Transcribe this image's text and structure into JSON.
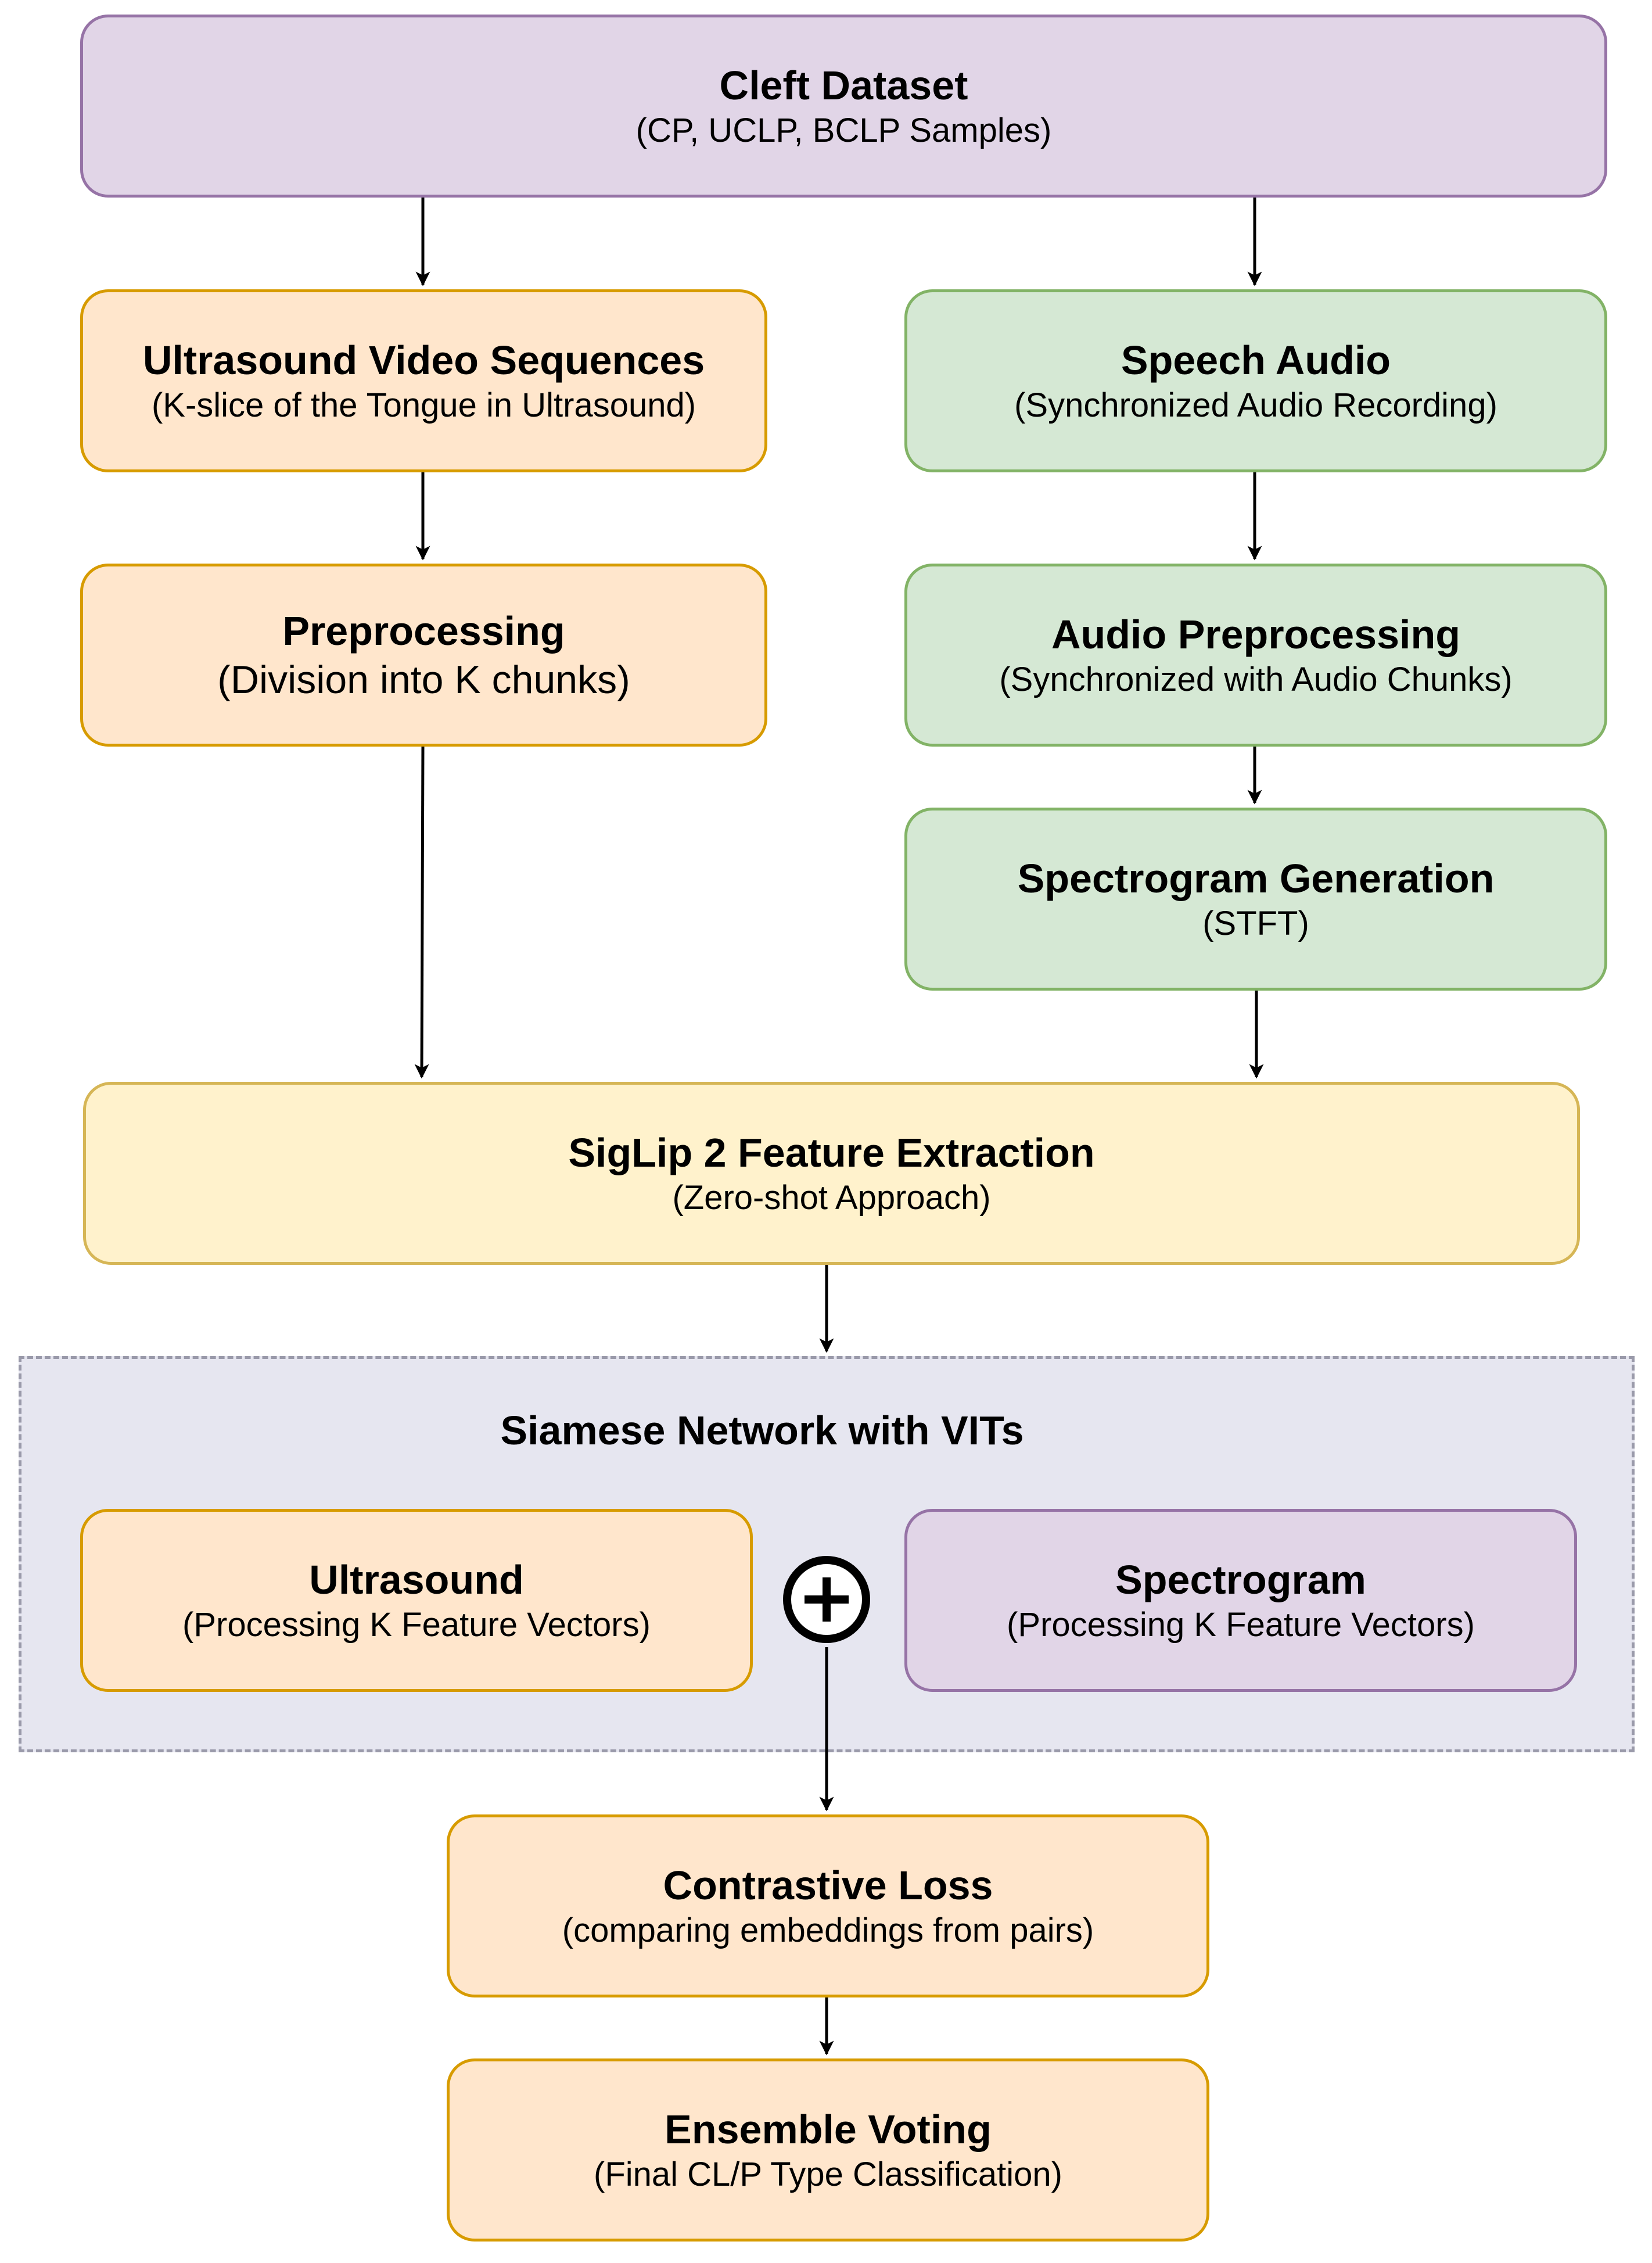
{
  "nodes": {
    "dataset": {
      "title": "Cleft Dataset",
      "subtitle": "(CP, UCLP, BCLP Samples)"
    },
    "ultrasound_video": {
      "title": "Ultrasound Video Sequences",
      "subtitle": "(K-slice of the Tongue in Ultrasound)"
    },
    "preprocessing": {
      "title": "Preprocessing",
      "subtitle": "(Division into K chunks)"
    },
    "speech_audio": {
      "title": "Speech Audio",
      "subtitle": "(Synchronized Audio Recording)"
    },
    "audio_preprocessing": {
      "title": "Audio Preprocessing",
      "subtitle": "(Synchronized with Audio Chunks)"
    },
    "spectrogram_generation": {
      "title": "Spectrogram Generation",
      "subtitle": "(STFT)"
    },
    "siglip": {
      "title": "SigLip 2 Feature Extraction",
      "subtitle": "(Zero-shot Approach)"
    },
    "siamese": {
      "title": "Siamese Network with VITs"
    },
    "ultrasound_branch": {
      "title": "Ultrasound",
      "subtitle": "(Processing K Feature Vectors)"
    },
    "spectrogram_branch": {
      "title": "Spectrogram",
      "subtitle": "(Processing K Feature Vectors)"
    },
    "contrastive_loss": {
      "title": "Contrastive Loss",
      "subtitle": "(comparing embeddings from pairs)"
    },
    "ensemble_voting": {
      "title": "Ensemble Voting",
      "subtitle": "(Final CL/P Type Classification)"
    }
  },
  "colors": {
    "purple_fill": "#e1d5e7",
    "purple_stroke": "#9673a6",
    "orange_fill": "#ffe6cc",
    "orange_stroke": "#d79b00",
    "green_fill": "#d5e8d4",
    "green_stroke": "#82b366",
    "yellow_fill": "#fff2cc",
    "yellow_stroke": "#d6b656",
    "group_fill": "#e6e6f0",
    "group_stroke": "#9a9aaa"
  },
  "fusion_symbol": "circle-plus-icon"
}
